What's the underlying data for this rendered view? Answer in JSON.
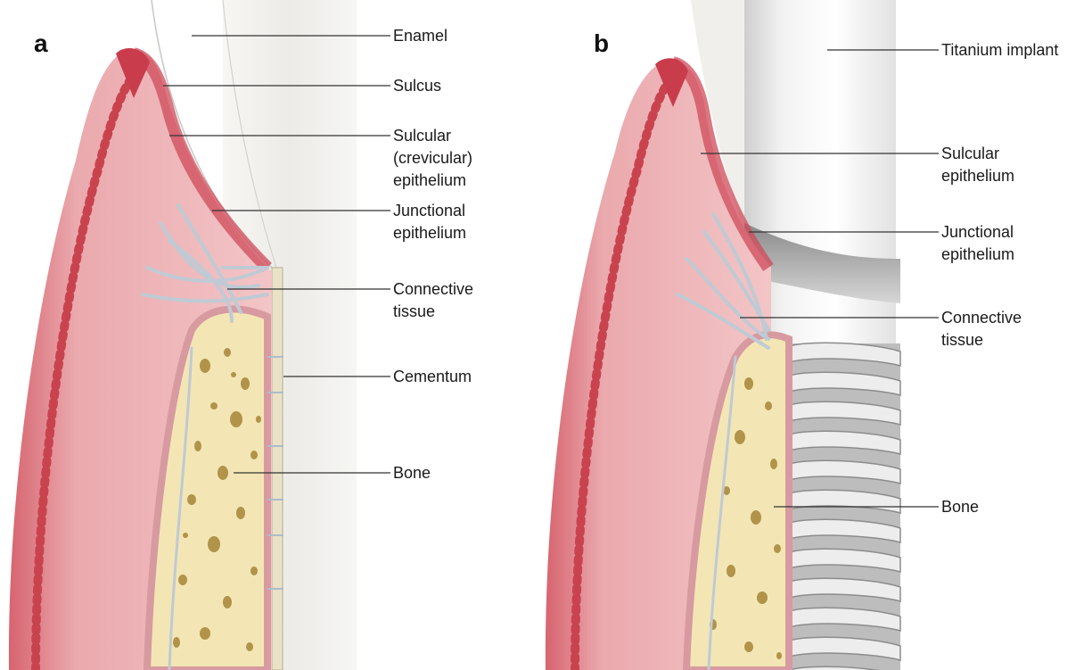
{
  "panels": {
    "a": {
      "letter": "a",
      "labels": {
        "enamel": "Enamel",
        "sulcus": "Sulcus",
        "sulcular_1": "Sulcular",
        "sulcular_2": "(crevicular)",
        "sulcular_3": "epithelium",
        "junctional_1": "Junctional",
        "junctional_2": "epithelium",
        "connective_1": "Connective",
        "connective_2": "tissue",
        "cementum": "Cementum",
        "bone": "Bone"
      }
    },
    "b": {
      "letter": "b",
      "labels": {
        "titanium": "Titanium implant",
        "sulcular_1": "Sulcular",
        "sulcular_2": "epithelium",
        "junctional_1": "Junctional",
        "junctional_2": "epithelium",
        "connective_1": "Connective",
        "connective_2": "tissue",
        "bone": "Bone"
      }
    }
  },
  "colors": {
    "gingiva": "#e8a0a6",
    "gingiva_dark": "#d0505e",
    "gingiva_light": "#f4c6c8",
    "bone": "#f3e6b4",
    "bone_pores": "#b89a4c",
    "enamel": "#f1efec",
    "tooth": "#eeeeee",
    "implant": "#e4e4e4",
    "thread": "#9a9a9a"
  }
}
